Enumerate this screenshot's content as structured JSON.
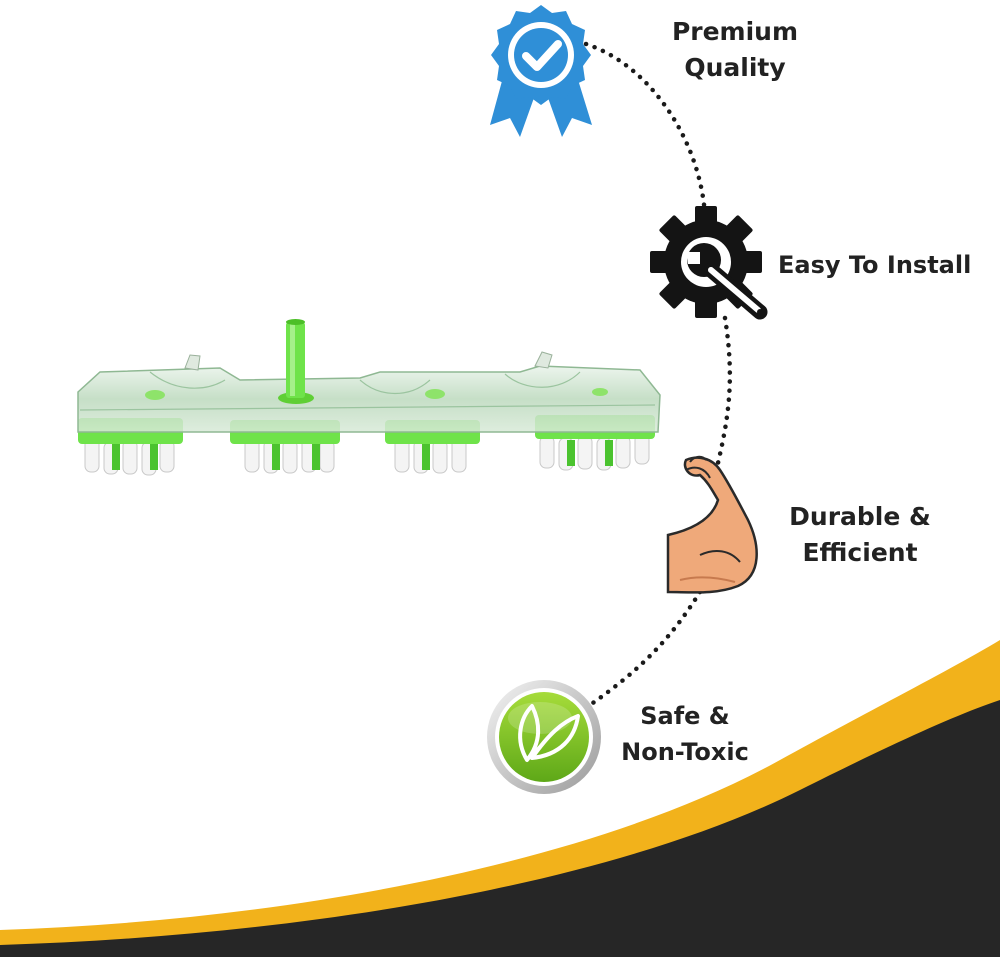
{
  "features": [
    {
      "id": "quality",
      "line1": "Premium",
      "line2": "Quality",
      "icon": "ribbon-check-icon"
    },
    {
      "id": "install",
      "line1": "Easy To Install",
      "icon": "gear-wrench-icon"
    },
    {
      "id": "durable",
      "line1": "Durable &",
      "line2": "Efficient",
      "icon": "flexed-arm-icon"
    },
    {
      "id": "safe",
      "line1": "Safe &",
      "line2": "Non-Toxic",
      "icon": "leaf-badge-icon"
    }
  ],
  "colors": {
    "badge_blue": "#2f8fd7",
    "gear_black": "#141414",
    "arm_skin": "#efa97a",
    "leaf_green": "#8ccc2c",
    "swoosh_yellow": "#f2b21b",
    "swoosh_dark": "#262626",
    "brush_green": "#6fe34a"
  }
}
